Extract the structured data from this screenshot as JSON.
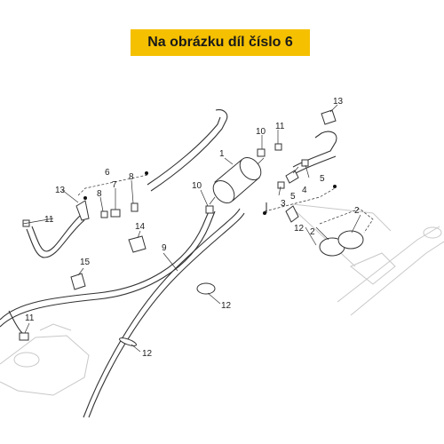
{
  "banner": {
    "text": "Na obrázku díl číslo 6",
    "color": "#f5c000"
  },
  "callouts": {
    "c1": "1",
    "c2a": "2",
    "c2b": "2",
    "c3": "3",
    "c4": "4",
    "c5a": "5",
    "c5b": "5",
    "c6": "6",
    "c7": "7",
    "c8a": "8",
    "c8b": "8",
    "c9": "9",
    "c10a": "10",
    "c10b": "10",
    "c11a": "11",
    "c11b": "11",
    "c11c": "11",
    "c12a": "12",
    "c12b": "12",
    "c12c": "12",
    "c13a": "13",
    "c13b": "13",
    "c14": "14",
    "c15": "15"
  }
}
